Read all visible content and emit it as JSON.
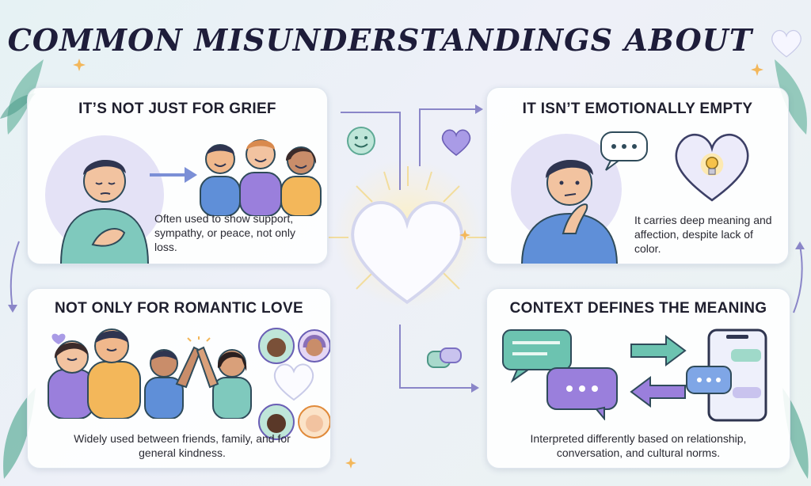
{
  "title": "COMMON MISUNDERSTANDINGS ABOUT",
  "cards": [
    {
      "heading": "IT’S NOT JUST FOR GRIEF",
      "text": "Often used to show support, sympathy, or peace, not only loss."
    },
    {
      "heading": "IT ISN’T EMOTIONALLY EMPTY",
      "text": "It carries deep meaning and affection, despite lack of color."
    },
    {
      "heading": "NOT ONLY FOR ROMANTIC LOVE",
      "text": "Widely used between friends, family, and for general kindness."
    },
    {
      "heading": "CONTEXT DEFINES THE MEANING",
      "text": "Interpreted differently based on relationship, conversation, and cultural norms."
    }
  ],
  "colors": {
    "accent_purple": "#8f7fd9",
    "accent_teal": "#5ec3b0",
    "shirt_teal": "#6cc3b7",
    "shirt_blue": "#5f8fd8"
  },
  "icons": [
    "white-heart-icon",
    "smiley-bubble-icon",
    "purple-heart-icon",
    "chat-bubbles-icon",
    "lightbulb-heart-icon",
    "phone-icon",
    "arrow-icon"
  ]
}
